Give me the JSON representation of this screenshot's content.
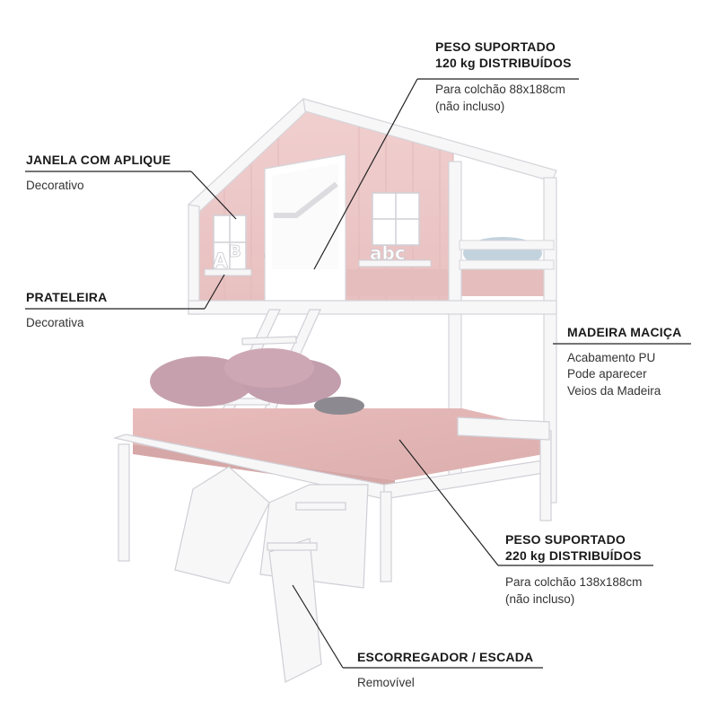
{
  "callouts": {
    "upper_weight": {
      "title_line1": "PESO SUPORTADO",
      "title_line2": "120 kg DISTRIBUÍDOS",
      "sub_line1": "Para colchão 88x188cm",
      "sub_line2": "(não incluso)"
    },
    "window": {
      "title": "JANELA COM APLIQUE",
      "sub": "Decorativo"
    },
    "shelf": {
      "title": "PRATELEIRA",
      "sub": "Decorativa"
    },
    "wood": {
      "title": "MADEIRA MACIÇA",
      "sub_line1": "Acabamento PU",
      "sub_line2": "Pode aparecer",
      "sub_line3": "Veios da Madeira"
    },
    "lower_weight": {
      "title_line1": "PESO SUPORTADO",
      "title_line2": "220 kg DISTRIBUÍDOS",
      "sub_line1": "Para colchão 138x188cm",
      "sub_line2": "(não incluso)"
    },
    "slide": {
      "title": "ESCORREGADOR / ESCADA",
      "sub": "Removível"
    }
  },
  "decor": {
    "letters_left_a": "A",
    "letters_left_b": "B",
    "letters_right": "abc"
  },
  "colors": {
    "frame_white": "#f7f7f8",
    "frame_edge": "#d9d9de",
    "pink_panel": "#eec9c9",
    "mattress_pink": "#e4b7b6",
    "pillow_mauve": "#c9a3ae",
    "pillow_blue": "#c3d3de",
    "plush_gray": "#8c8a90",
    "leader_line": "#222222"
  }
}
